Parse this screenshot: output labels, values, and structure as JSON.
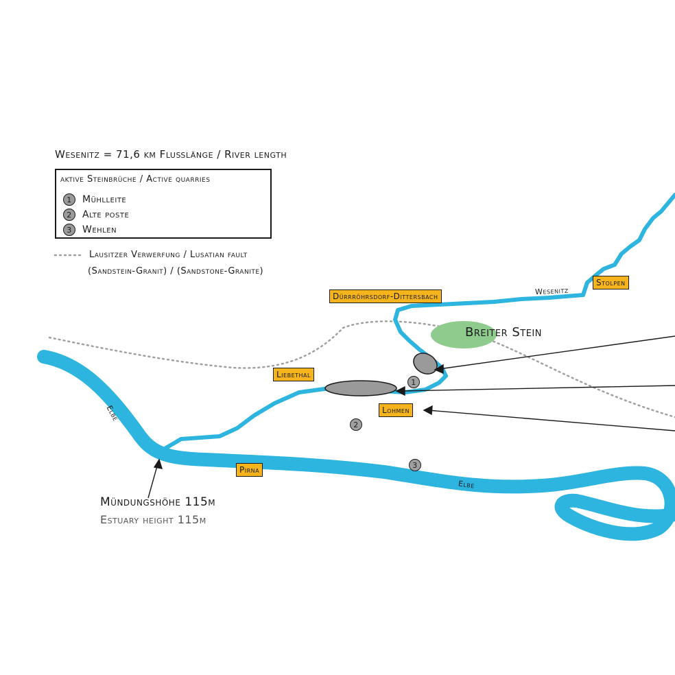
{
  "header": {
    "length_line": "Wesenitz = 71,6 km Flußlänge / River length"
  },
  "legend": {
    "title": "aktive Steinbrüche / Active quarries",
    "items": [
      {
        "num": "1",
        "label": "Mühlleite"
      },
      {
        "num": "2",
        "label": "Alte poste"
      },
      {
        "num": "3",
        "label": "Wehlen"
      }
    ]
  },
  "fault": {
    "line1": "Lausitzer Verwerfung / Lusatian fault",
    "line2": "(Sandstein-Granit) / (Sandstone-Granite)"
  },
  "places": {
    "stolpen": "Stolpen",
    "duerrroehrsdorf": "Dürrröhrsdorf-Dittersbach",
    "liebethal": "Liebethal",
    "lohmen": "Lohmen",
    "pirna": "Pirna",
    "breiter_stein": "Breiter Stein"
  },
  "rivers": {
    "wesenitz": "Wesenitz",
    "elbe_upper": "Elbe",
    "elbe_lower": "Elbe"
  },
  "markers": {
    "m1": "1",
    "m2": "2",
    "m3": "3"
  },
  "estuary": {
    "line1": "Mündungshöhe 115m",
    "line2": "Estuary height 115m"
  },
  "colors": {
    "river": "#2db5e0",
    "label_bg": "#f5b41b",
    "quarry": "#9a9a9a",
    "breiter_stein": "#8fcb8c",
    "fault": "#a0a0a0"
  }
}
